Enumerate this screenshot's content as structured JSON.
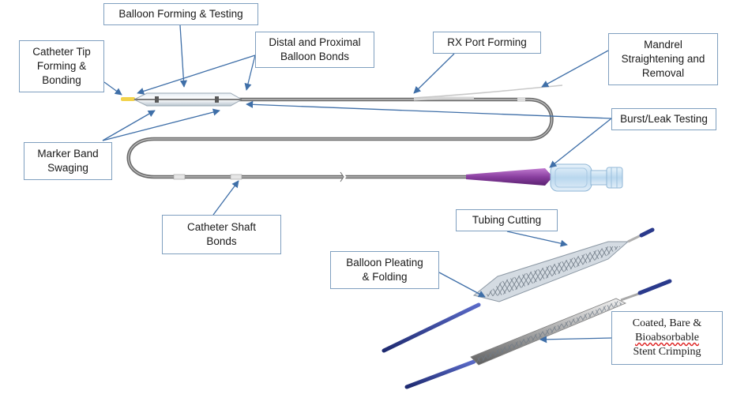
{
  "colors": {
    "callout_border": "#7f9fbf",
    "leader_line": "#3f6fa8",
    "shaft": "#6e6e6e",
    "hub_purple": "#8a3fa0",
    "hub_clear": "#cfe3f3",
    "distal_blue": "#2a3a8c"
  },
  "labels": {
    "balloon_forming": "Balloon Forming & Testing",
    "balloon_bonds": "Distal and Proximal\nBalloon Bonds",
    "rx_port": "RX Port Forming",
    "mandrel": "Mandrel\nStraightening and\nRemoval",
    "tip": "Catheter Tip\nForming &\nBonding",
    "burst": "Burst/Leak Testing",
    "marker": "Marker Band\nSwaging",
    "shaft_bonds": "Catheter Shaft\nBonds",
    "tubing": "Tubing Cutting",
    "pleating": "Balloon Pleating\n& Folding",
    "stent_line1": "Coated, Bare &",
    "stent_line2": "Bioabsorbable",
    "stent_line3": "Stent Crimping"
  }
}
